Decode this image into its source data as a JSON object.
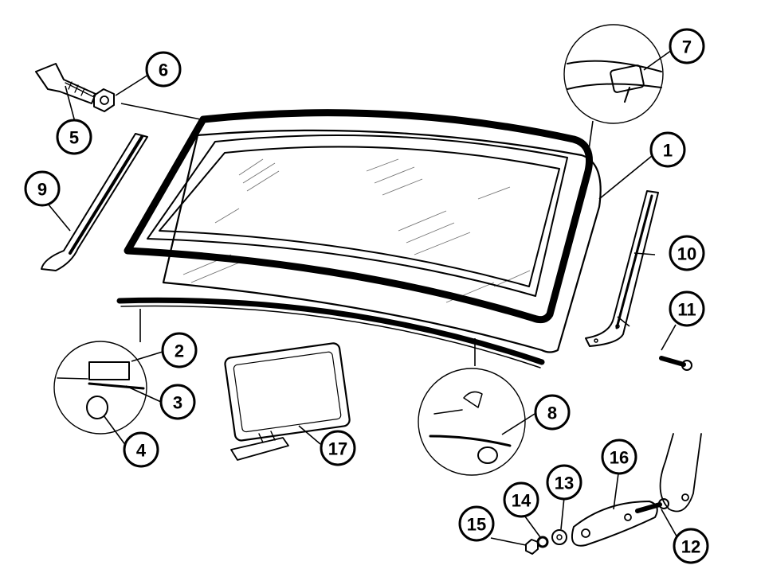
{
  "diagram": {
    "callouts": [
      {
        "id": "1",
        "text": "1"
      },
      {
        "id": "2",
        "text": "2"
      },
      {
        "id": "3",
        "text": "3"
      },
      {
        "id": "4",
        "text": "4"
      },
      {
        "id": "5",
        "text": "5"
      },
      {
        "id": "6",
        "text": "6"
      },
      {
        "id": "7",
        "text": "7"
      },
      {
        "id": "8",
        "text": "8"
      },
      {
        "id": "9",
        "text": "9"
      },
      {
        "id": "10",
        "text": "10"
      },
      {
        "id": "11",
        "text": "11"
      },
      {
        "id": "12",
        "text": "12"
      },
      {
        "id": "13",
        "text": "13"
      },
      {
        "id": "14",
        "text": "14"
      },
      {
        "id": "15",
        "text": "15"
      },
      {
        "id": "16",
        "text": "16"
      },
      {
        "id": "17",
        "text": "17"
      }
    ],
    "colors": {
      "ink": "#000000",
      "paper": "#ffffff"
    }
  }
}
